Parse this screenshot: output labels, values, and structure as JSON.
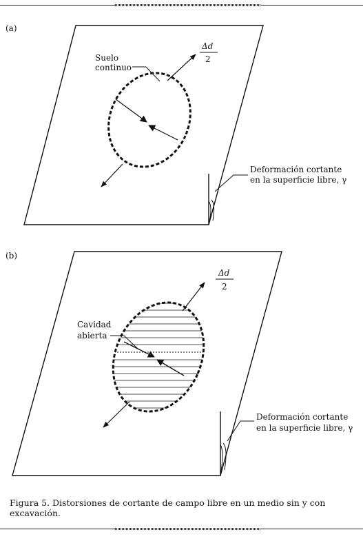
{
  "panel_a": {
    "label": "(a)",
    "delta_num": "Δd",
    "delta_den": "2",
    "ellipse_label_1": "Suelo",
    "ellipse_label_2": "continuo",
    "shear_label_1": "Deformación cortante",
    "shear_label_2": "en la superficie libre, γ"
  },
  "panel_b": {
    "label": "(b)",
    "delta_num": "Δd",
    "delta_den": "2",
    "ellipse_label_1": "Cavidad",
    "ellipse_label_2": "abierta",
    "shear_label_1": "Deformación cortante",
    "shear_label_2": "en la superficie libre, γ"
  },
  "caption": "Figura 5. Distorsiones de cortante de campo libre en un medio sin y con excavación."
}
